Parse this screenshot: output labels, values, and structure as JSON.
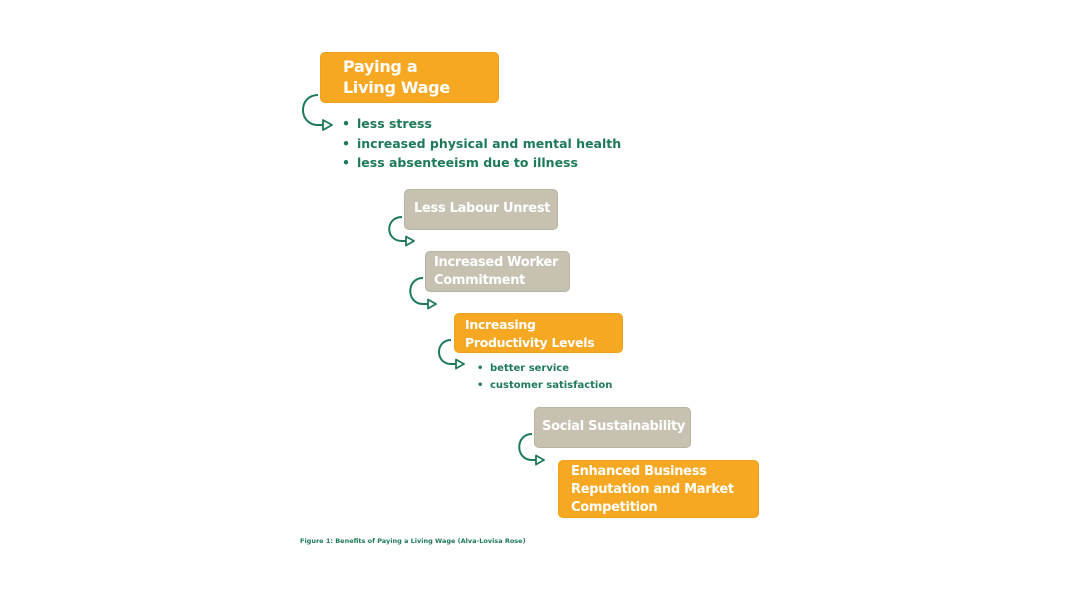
{
  "diagram": {
    "steps": [
      {
        "label": "Paying a\nLiving Wage",
        "color": "orange"
      },
      {
        "label": "Less Labour Unrest",
        "color": "grey"
      },
      {
        "label": "Increased Worker\nCommitment",
        "color": "grey"
      },
      {
        "label": "Increasing\nProductivity Levels",
        "color": "orange"
      },
      {
        "label": "Social Sustainability",
        "color": "grey"
      },
      {
        "label": "Enhanced Business\nReputation and Market\nCompetition",
        "color": "orange"
      }
    ],
    "bullets_1": [
      "less stress",
      "increased physical and mental health",
      "less absenteeism due to illness"
    ],
    "bullets_2": [
      "better service",
      "customer satisfaction"
    ],
    "caption": "Figure 1: Benefits of Paying a Living Wage (Alva-Lovisa Rose)",
    "colors": {
      "orange": "#f7a823",
      "grey": "#c6c1b0",
      "green": "#1d7a56",
      "text_on_box": "#ffffff"
    }
  }
}
